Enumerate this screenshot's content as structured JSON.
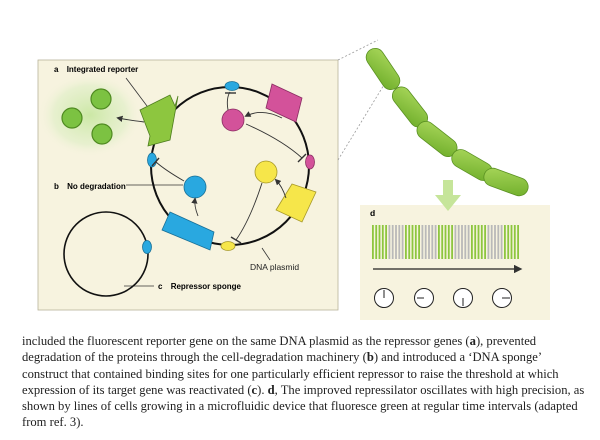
{
  "figure": {
    "panel_a": {
      "letter": "a",
      "text": "Integrated reporter"
    },
    "panel_b": {
      "letter": "b",
      "text": "No degradation"
    },
    "panel_c": {
      "letter": "c",
      "text": "Repressor sponge"
    },
    "panel_d": {
      "letter": "d"
    },
    "plasmid_label": "DNA plasmid"
  },
  "caption": {
    "p1": "included the fluorescent reporter gene on the same DNA plasmid as the repressor genes (",
    "a": "a",
    "p2": "), prevented degradation of the proteins through the cell-degradation machinery (",
    "b": "b",
    "p3": ") and introduced a ‘DNA sponge’ construct that contained binding sites for one particularly efficient repressor to raise the threshold at which expression of its target gene was reactivated (",
    "c": "c",
    "p4": "). ",
    "d": "d",
    "p5": ", The improved repressilator oscillates with high precision, as shown by lines of cells growing in a microfluidic device that fluoresce green at regular time intervals (adapted from ref. 3)."
  },
  "colors": {
    "panel_bg": "#f7f3df",
    "green": "#8dc63f",
    "blue": "#29a8e0",
    "pink": "#d3529a",
    "yellow": "#f6e64a"
  },
  "icons": [
    "circular-plasmid",
    "gene-arrow",
    "repressor-protein",
    "promoter-node",
    "cell-chain",
    "down-arrow",
    "clock-icon"
  ]
}
